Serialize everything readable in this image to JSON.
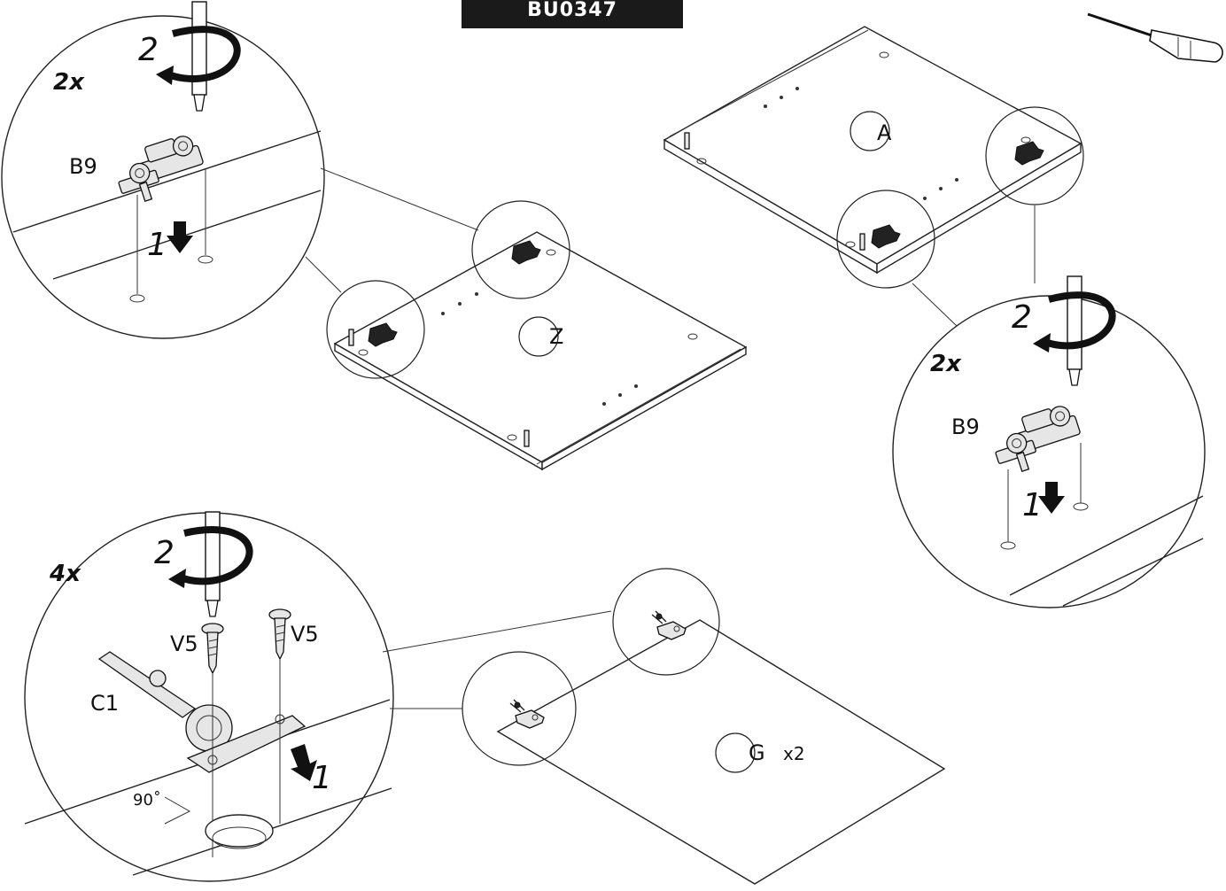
{
  "document_code": "BU0347",
  "steps": {
    "z_panel": {
      "panel_label": "Z",
      "part_label": "B9",
      "quantity": "2x",
      "step_1": "1",
      "step_2": "2"
    },
    "a_panel": {
      "panel_label": "A",
      "part_label": "B9",
      "quantity": "2x",
      "step_1": "1",
      "step_2": "2"
    },
    "g_panel": {
      "panel_label": "G",
      "panel_quantity": "x2",
      "hinge_label": "C1",
      "screw_label_left": "V5",
      "screw_label_right": "V5",
      "quantity": "4x",
      "angle": "90˚",
      "step_1": "1",
      "step_2": "2"
    }
  }
}
